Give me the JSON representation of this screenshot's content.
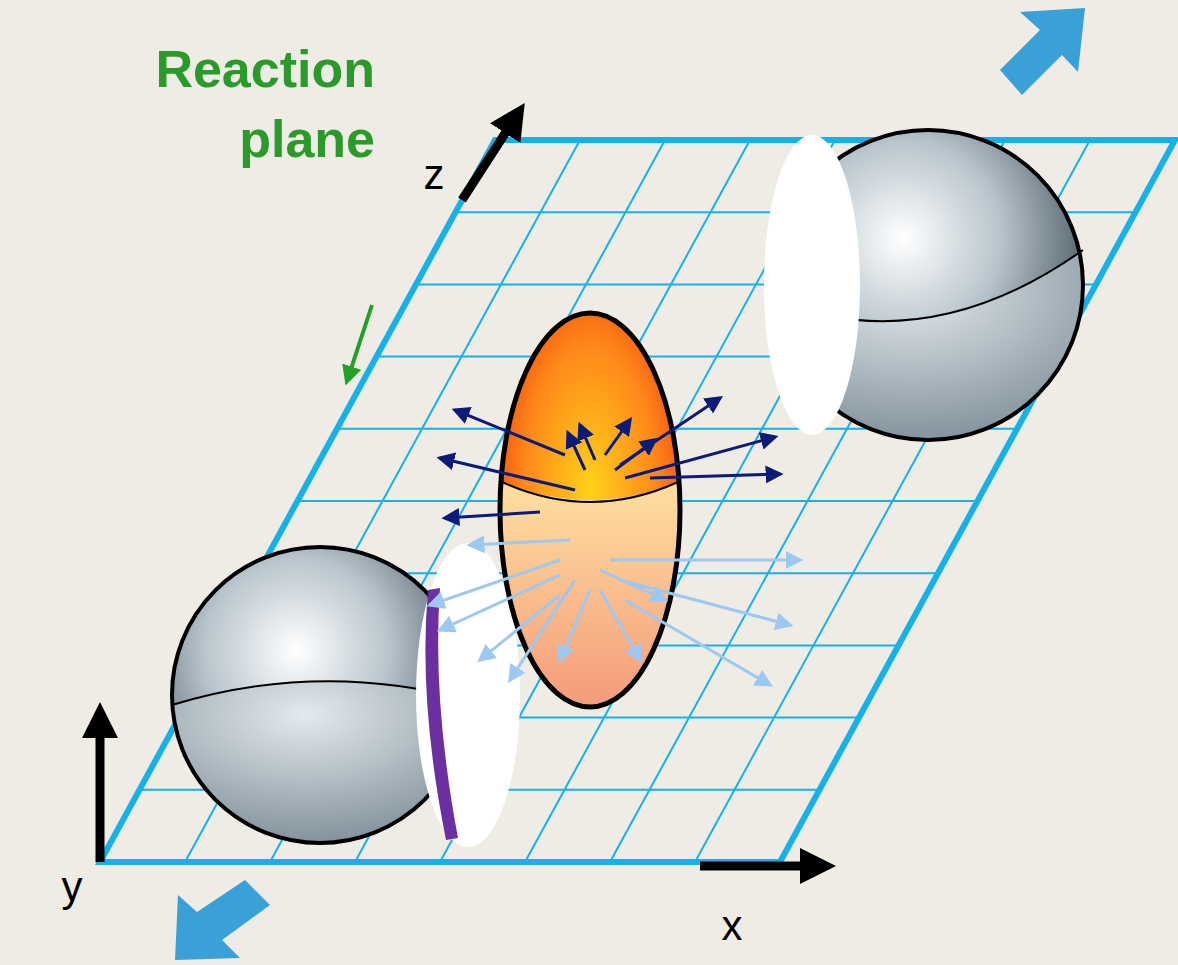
{
  "diagram": {
    "labels": [
      "Reaction plane",
      "z",
      "y",
      "x"
    ]
  }
}
